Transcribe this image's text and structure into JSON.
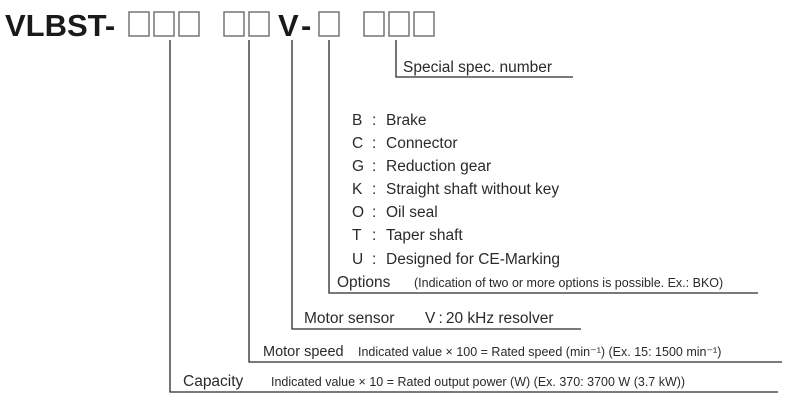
{
  "model": {
    "prefix": "VLBST-",
    "motor_sensor_code": "V",
    "dash": "-"
  },
  "special_spec": {
    "label": "Special spec. number"
  },
  "options": {
    "items": [
      {
        "code": "B",
        "sep": ":",
        "text": "Brake"
      },
      {
        "code": "C",
        "sep": ":",
        "text": "Connector"
      },
      {
        "code": "G",
        "sep": ":",
        "text": "Reduction gear"
      },
      {
        "code": "K",
        "sep": ":",
        "text": "Straight shaft without key"
      },
      {
        "code": "O",
        "sep": ":",
        "text": "Oil seal"
      },
      {
        "code": "T",
        "sep": ":",
        "text": "Taper shaft"
      },
      {
        "code": "U",
        "sep": ":",
        "text": "Designed for CE-Marking"
      }
    ],
    "label": "Options",
    "note": "(Indication of two or more options is possible. Ex.: BKO)"
  },
  "motor_sensor": {
    "label": "Motor sensor",
    "value": "V : 20 kHz resolver"
  },
  "motor_speed": {
    "label": "Motor speed",
    "note": "Indicated value × 100 = Rated speed (min⁻¹) (Ex. 15: 1500 min⁻¹)"
  },
  "capacity": {
    "label": "Capacity",
    "note": "Indicated value × 10 = Rated output power (W) (Ex. 370: 3700 W (3.7 kW))"
  }
}
